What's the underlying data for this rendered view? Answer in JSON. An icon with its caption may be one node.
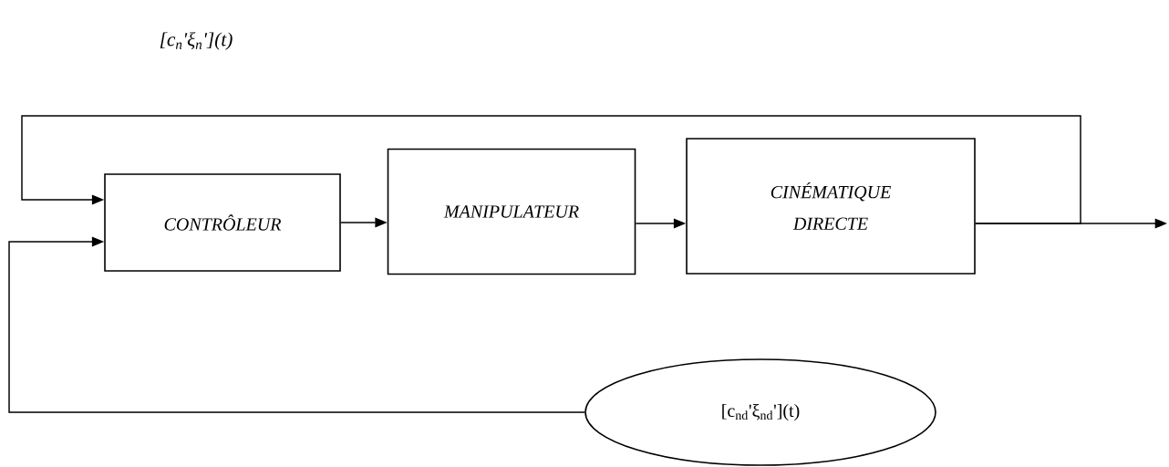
{
  "diagram": {
    "nodes": [
      {
        "text": [
          "CONTRÔLEUR"
        ]
      },
      {
        "text": [
          "MANIPULATEUR"
        ]
      },
      {
        "text": [
          "CINÉMATIQUE DIRECTE"
        ]
      },
      {
        "text": [
          "[c$_{nd}$'ξ$_{nd}$'](t)"
        ]
      }
    ],
    "edges": [
      {
        "from": 0,
        "to": 1,
        "arrow": "to"
      },
      {
        "from": 1,
        "to": 2,
        "arrow": "to"
      },
      {
        "from": 2,
        "to": null,
        "arrow": "to"
      },
      {
        "from": 2,
        "to": 0,
        "arrow": "to"
      },
      {
        "from": 3,
        "to": 0,
        "arrow": "to"
      }
    ],
    "labels": [
      "[c$_{n}$'ξ$_{n}$'](t)"
    ]
  }
}
